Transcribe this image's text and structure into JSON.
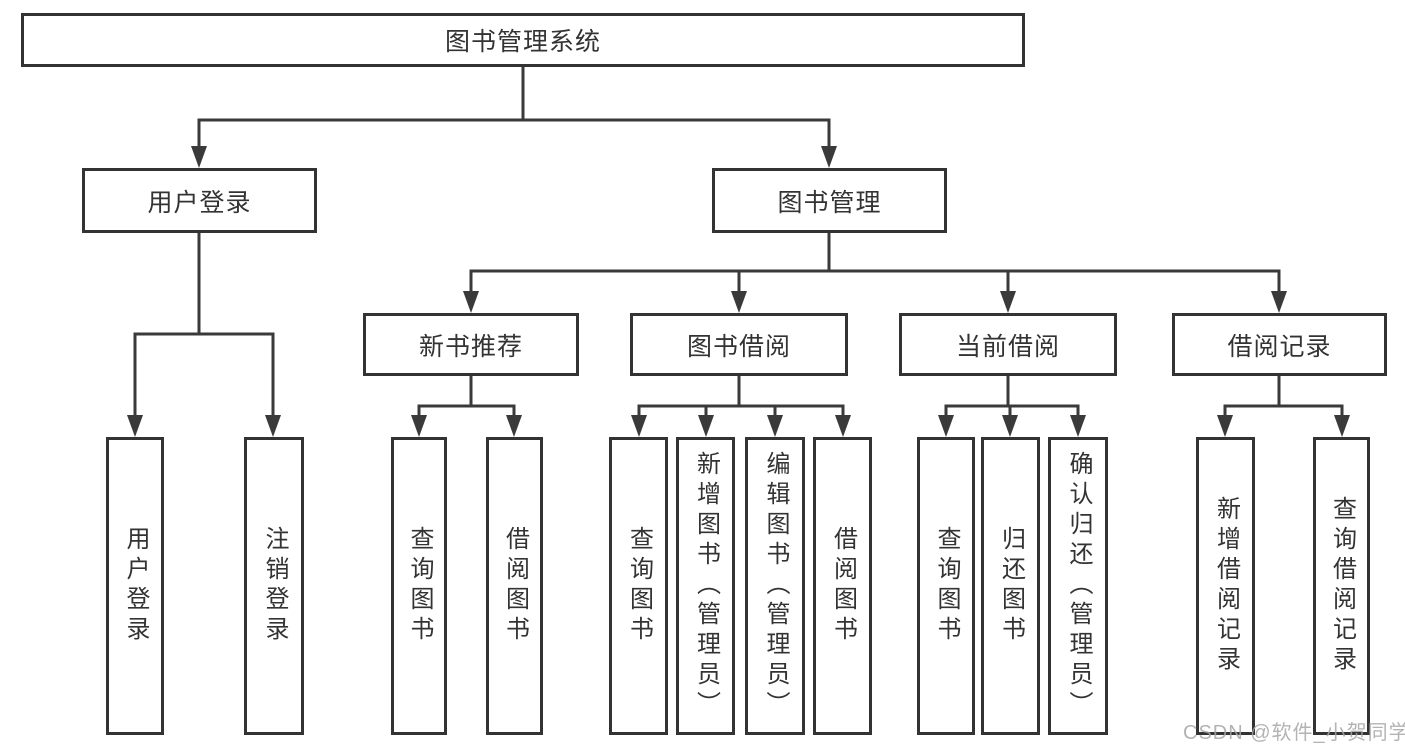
{
  "diagram": {
    "title": "图书管理系统",
    "nodes": {
      "root": "图书管理系统",
      "user_login": "用户登录",
      "book_mgmt": "图书管理",
      "login": "用户登录",
      "logout": "注销登录",
      "new_book_rec": "新书推荐",
      "book_borrow": "图书借阅",
      "current_borrow": "当前借阅",
      "borrow_record": "借阅记录",
      "nbr_query": "查询图书",
      "nbr_borrow": "借阅图书",
      "bb_query": "查询图书",
      "bb_add": "新增图书（管理员）",
      "bb_edit": "编辑图书（管理员）",
      "bb_borrow": "借阅图书",
      "cb_query": "查询图书",
      "cb_return": "归还图书",
      "cb_confirm": "确认归还（管理员）",
      "br_add": "新增借阅记录",
      "br_query": "查询借阅记录"
    },
    "colors": {
      "line": "#3a3a3a",
      "border": "#333333",
      "text": "#333333",
      "watermark": "#a6a6a6",
      "background": "#ffffff"
    },
    "watermark": "CSDN @软件_小贺同学"
  }
}
